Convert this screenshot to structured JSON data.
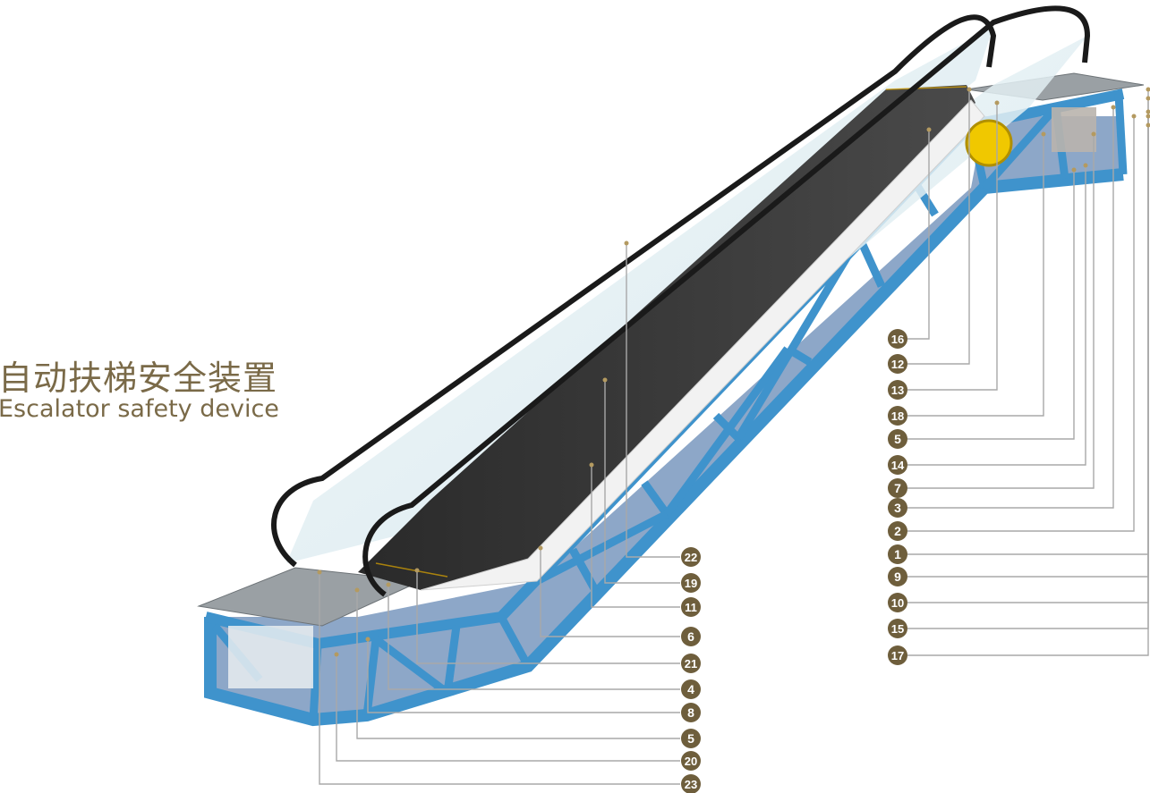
{
  "title": {
    "zh": "自动扶梯安全装置",
    "en": "Escalator safety device"
  },
  "colors": {
    "badge": "#6e5e3c",
    "title": "#7a6a48",
    "leader": "#a9a9a9",
    "truss": "#3f93cc",
    "steps": "#3a3a3a",
    "handrail": "#1a1a1a",
    "accent_yellow": "#e8b400"
  },
  "callouts_right": [
    "16",
    "12",
    "13",
    "18",
    "5",
    "14",
    "7",
    "3",
    "2",
    "1",
    "9",
    "10",
    "15",
    "17"
  ],
  "callouts_bottom": [
    "22",
    "19",
    "11",
    "6",
    "21",
    "4",
    "8",
    "5",
    "20",
    "23"
  ]
}
